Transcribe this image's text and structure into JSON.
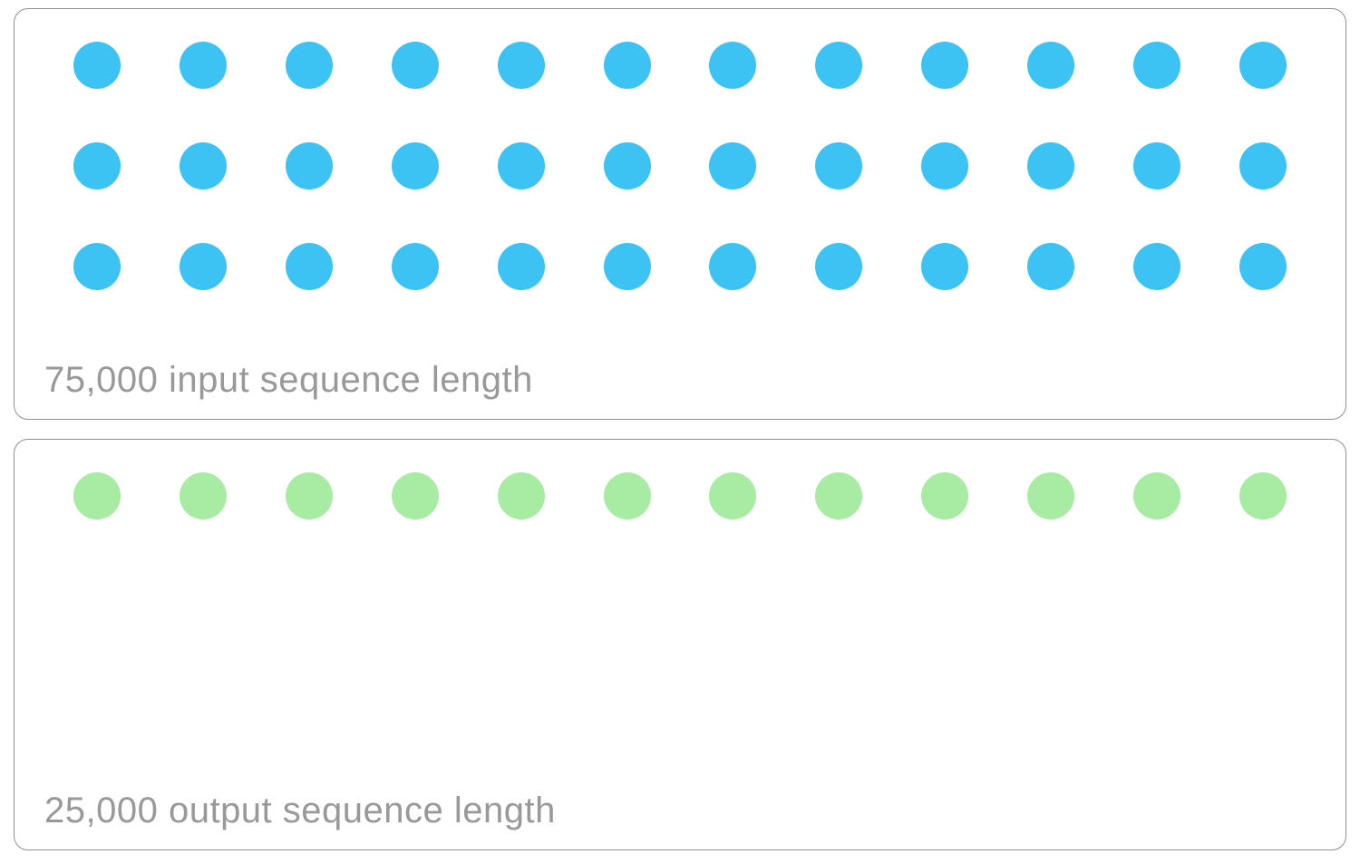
{
  "chart_data": {
    "type": "pictogram",
    "description": "Comparison of input vs output sequence length shown as dot pictograms",
    "legend_position": "none",
    "panels": [
      {
        "label": "75,000 input sequence length",
        "value": 75000,
        "dot_rows": 3,
        "dots_per_row": 12,
        "total_dots": 36,
        "dot_color": "#3cc3f3",
        "dot_name": "input-token-dot"
      },
      {
        "label": "25,000 output sequence length",
        "value": 25000,
        "dot_rows": 1,
        "dots_per_row": 12,
        "total_dots": 12,
        "dot_color": "#a8eba3",
        "dot_name": "output-token-dot"
      }
    ],
    "colors": {
      "input_dot": "#3cc3f3",
      "output_dot": "#a8eba3",
      "panel_border": "#8f8f8f",
      "label_text": "#999999",
      "background": "#ffffff"
    }
  }
}
